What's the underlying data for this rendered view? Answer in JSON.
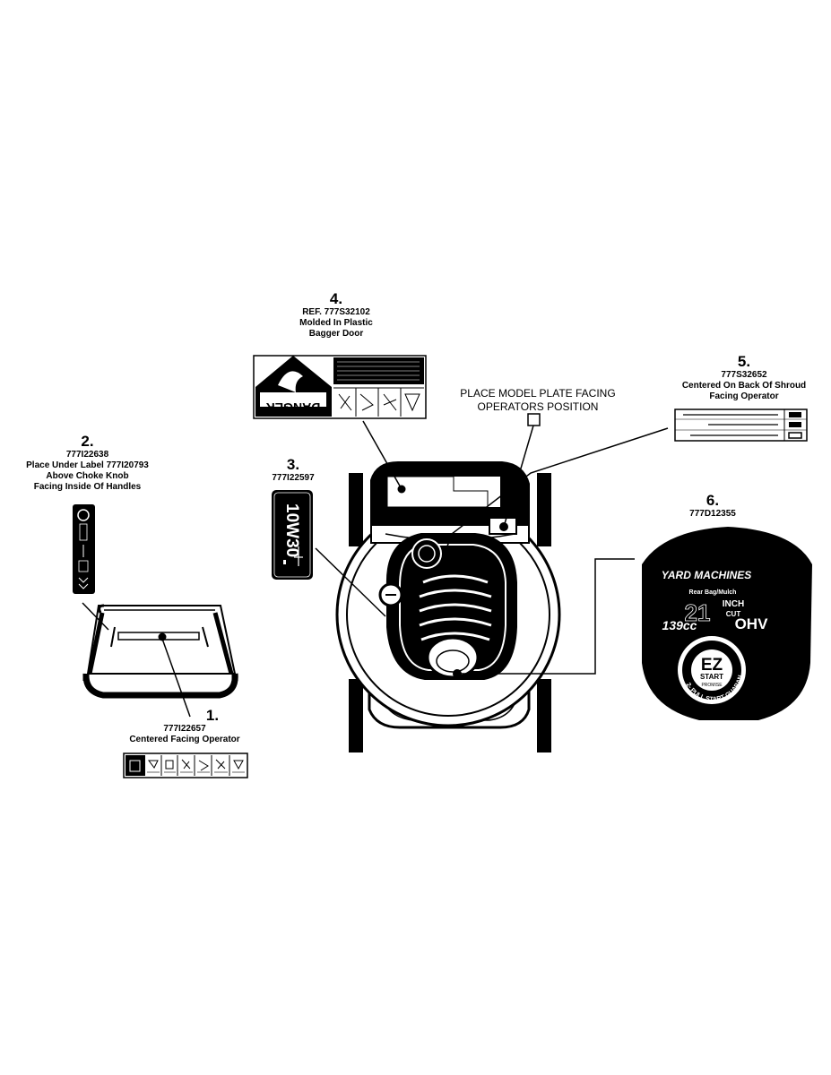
{
  "callouts": [
    {
      "num": "1.",
      "part": "777I22657",
      "desc": [
        "Centered Facing Operator"
      ]
    },
    {
      "num": "2.",
      "part": "777I22638",
      "desc": [
        "Place Under Label 777I20793",
        "Above Choke Knob",
        "Facing Inside Of Handles"
      ]
    },
    {
      "num": "3.",
      "part": "777I22597",
      "desc": []
    },
    {
      "num": "4.",
      "part": "REF. 777S32102",
      "desc": [
        "Molded In Plastic",
        "Bagger Door"
      ]
    },
    {
      "num": "5.",
      "part": "777S32652",
      "desc": [
        "Centered On Back Of Shroud",
        "Facing Operator"
      ]
    },
    {
      "num": "6.",
      "part": "777D12355",
      "desc": []
    }
  ],
  "plate_note": [
    "PLACE MODEL PLATE FACING",
    "OPERATORS POSITION"
  ],
  "label_danger": {
    "word": "DANGER"
  },
  "label_oil": {
    "text": "10W30"
  },
  "label_engine": {
    "brand": "YARD MACHINES",
    "sub": "Rear Bag/Mulch",
    "size": "21",
    "inch": "INCH",
    "cut": "CUT",
    "cc": "139cc",
    "ohv": "OHV",
    "ez": "EZ",
    "start": "START",
    "promise": "PROMISE",
    "guarantee": "2- PULL START GUARANTEE"
  },
  "colors": {
    "ink": "#000000",
    "paper": "#ffffff"
  }
}
